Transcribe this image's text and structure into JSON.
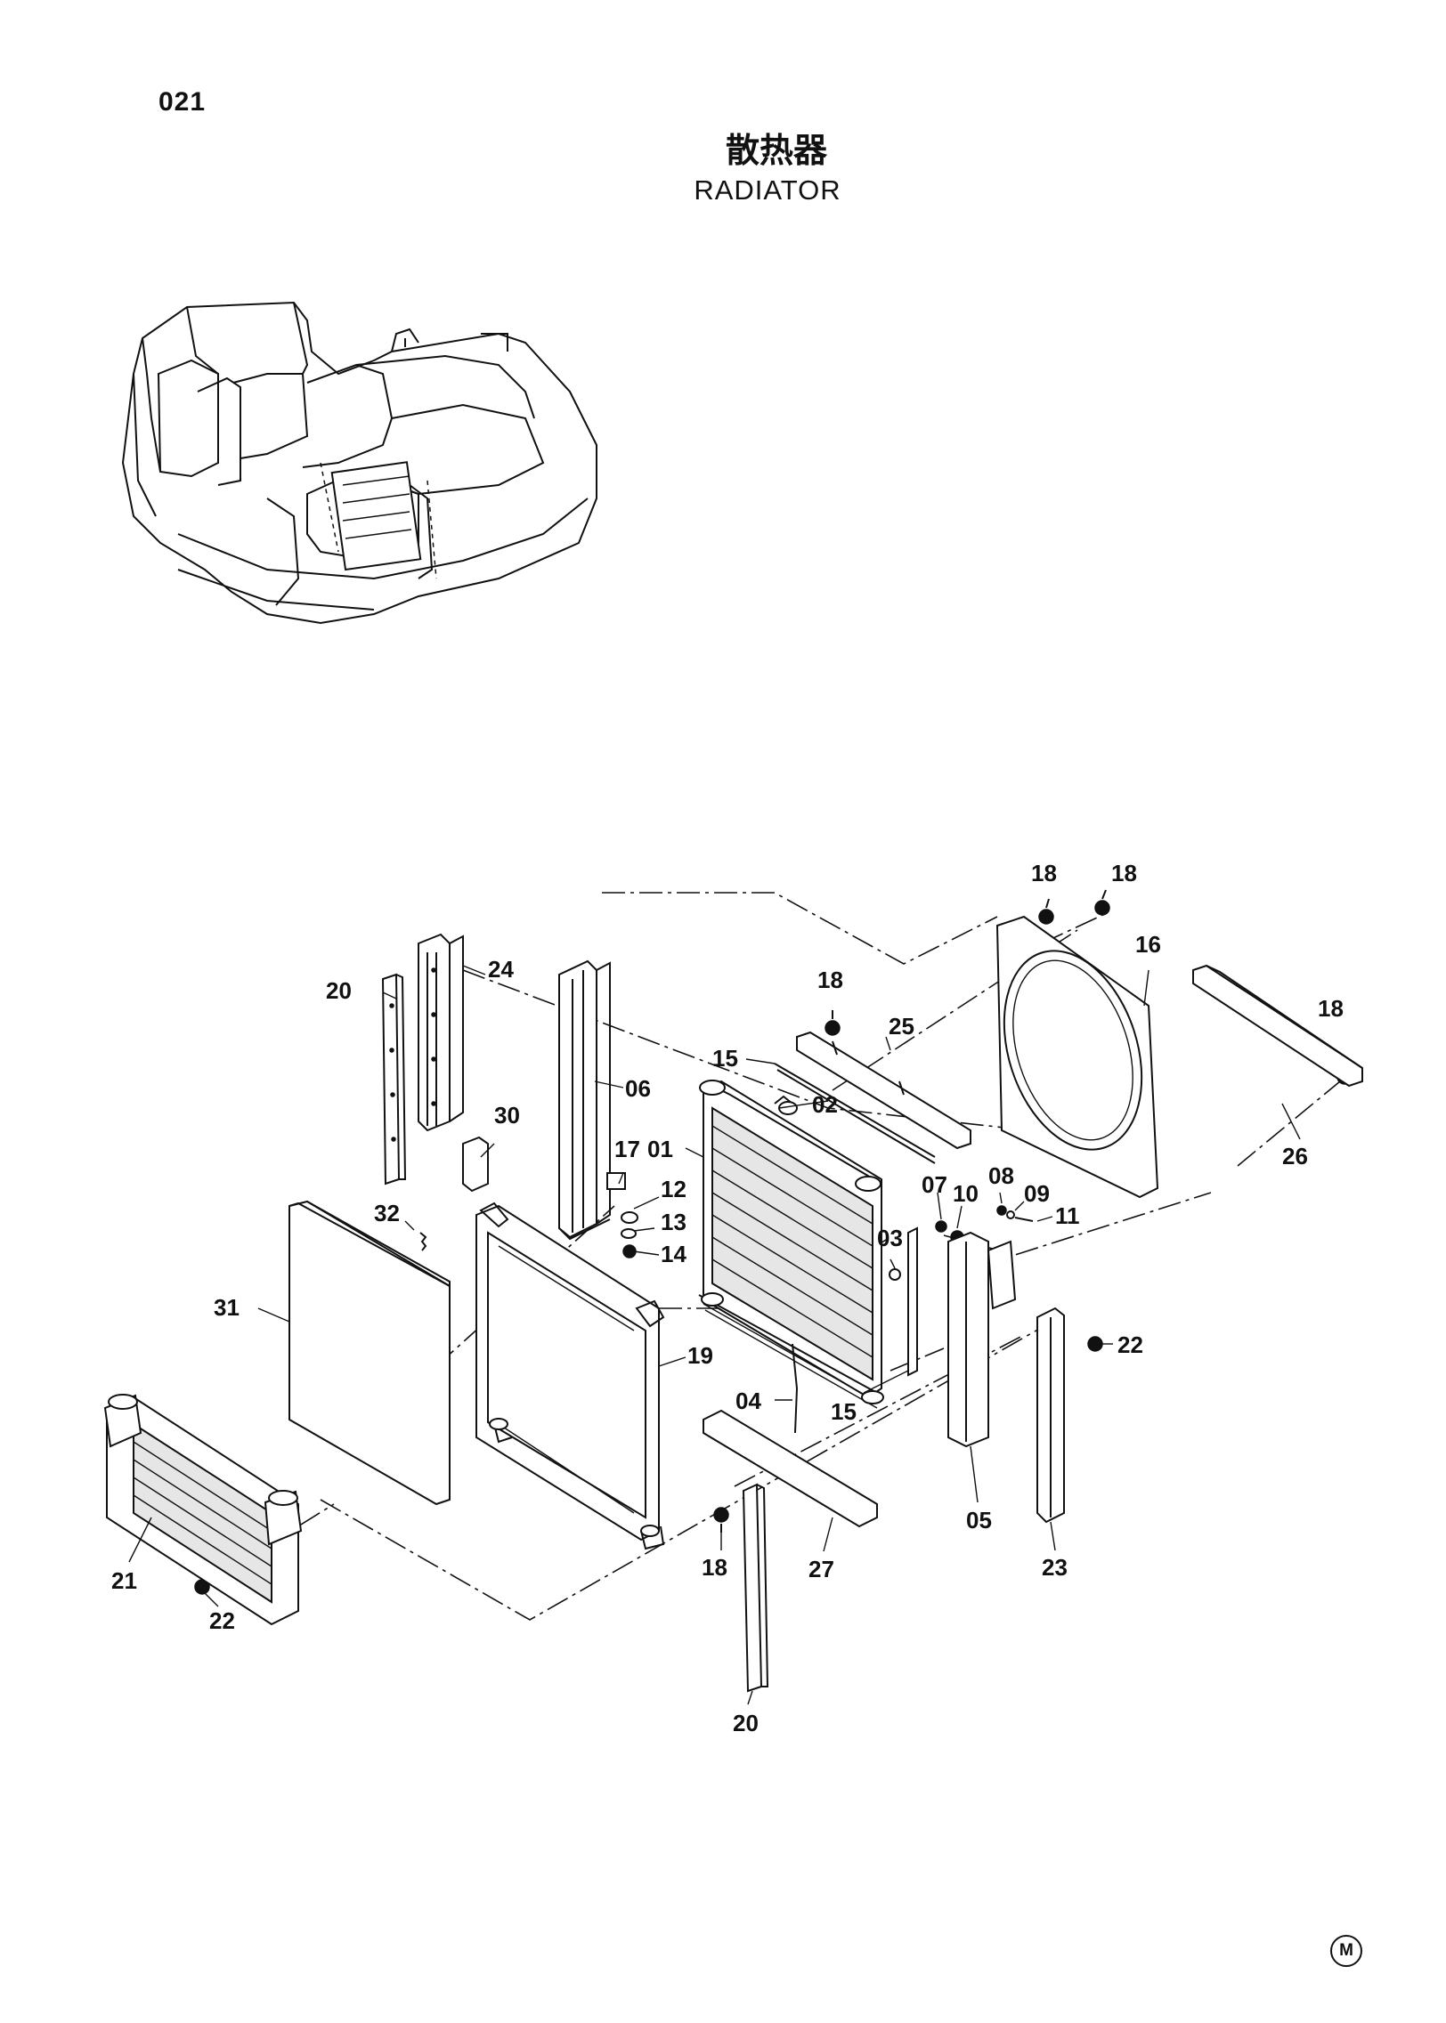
{
  "page": {
    "number": "021",
    "title_cn": "散热器",
    "title_en": "RADIATOR",
    "mark": "M"
  },
  "callouts": {
    "c01": "01",
    "c02": "02",
    "c03": "03",
    "c04": "04",
    "c05": "05",
    "c06": "06",
    "c07": "07",
    "c08": "08",
    "c09": "09",
    "c10": "10",
    "c11": "11",
    "c12": "12",
    "c13": "13",
    "c14": "14",
    "c15a": "15",
    "c15b": "15",
    "c16": "16",
    "c17": "17",
    "c18a": "18",
    "c18b": "18",
    "c18c": "18",
    "c18d": "18",
    "c18e": "18",
    "c19": "19",
    "c20a": "20",
    "c20b": "20",
    "c21": "21",
    "c22a": "22",
    "c22b": "22",
    "c23": "23",
    "c24": "24",
    "c25": "25",
    "c26": "26",
    "c27": "27",
    "c30": "30",
    "c31": "31",
    "c32": "32"
  },
  "icons": {
    "overview": "excavator-overview-icon",
    "mark": "circled-m-icon"
  }
}
